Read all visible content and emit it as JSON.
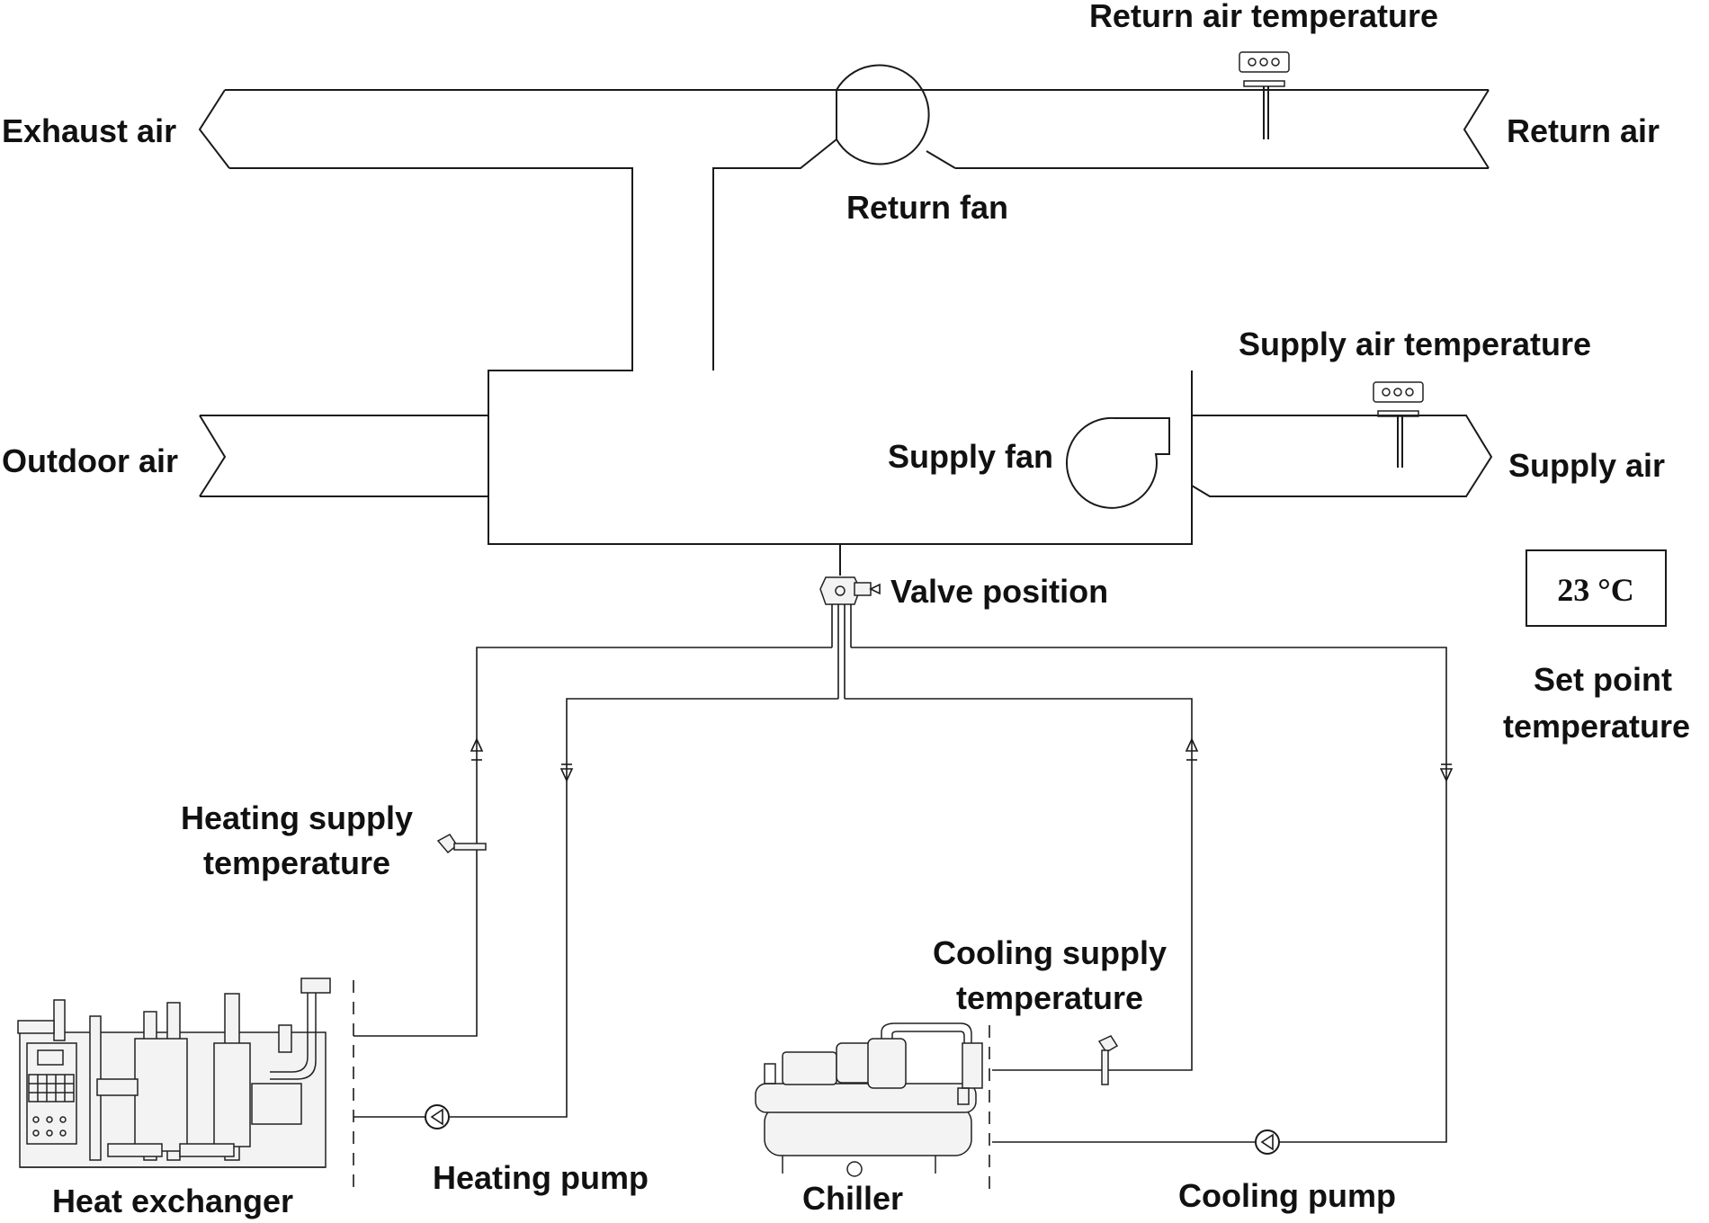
{
  "labels": {
    "return_air_temperature": "Return air temperature",
    "exhaust_air": "Exhaust air",
    "return_air": "Return air",
    "return_fan": "Return fan",
    "supply_air_temperature": "Supply air temperature",
    "outdoor_air": "Outdoor air",
    "supply_fan": "Supply fan",
    "supply_air": "Supply air",
    "valve_position": "Valve position",
    "set_point_line1": "Set point",
    "set_point_line2": "temperature",
    "heating_supply_line1": "Heating supply",
    "heating_supply_line2": "temperature",
    "cooling_supply_line1": "Cooling supply",
    "cooling_supply_line2": "temperature",
    "heat_exchanger": "Heat exchanger",
    "heating_pump": "Heating pump",
    "chiller": "Chiller",
    "cooling_pump": "Cooling pump"
  },
  "set_point": {
    "value": "23 °C"
  }
}
